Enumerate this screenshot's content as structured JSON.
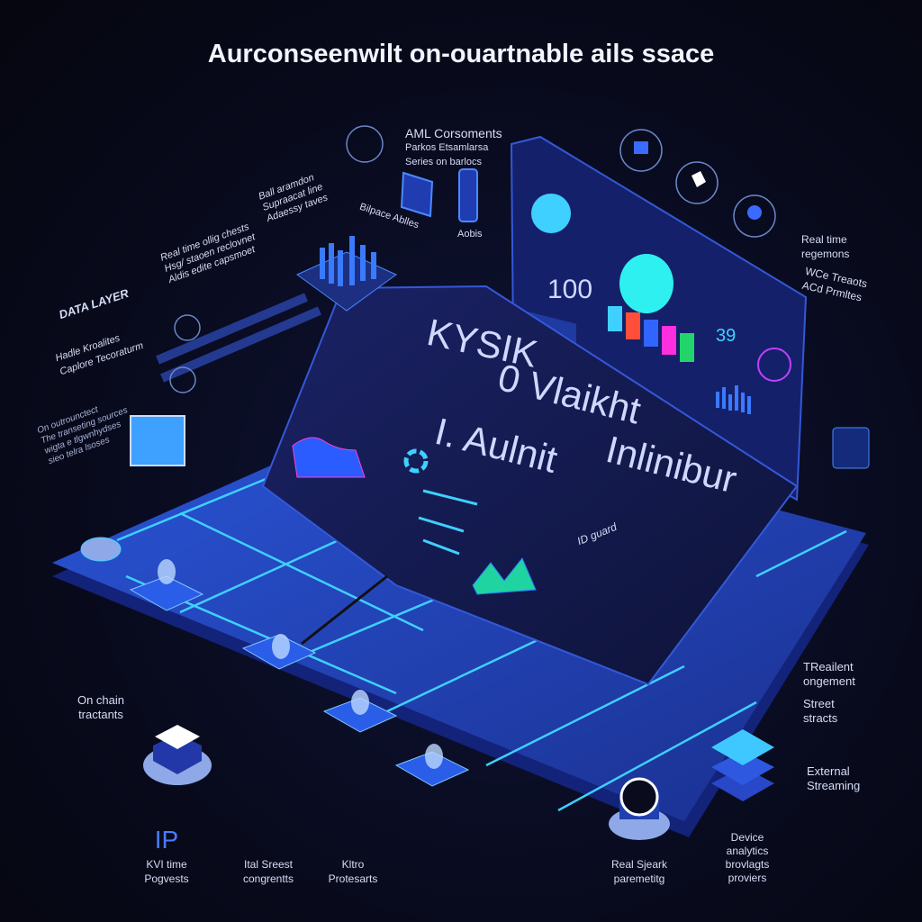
{
  "title": "Aurconseenwilt on-ouartnable ails ssace",
  "colors": {
    "background": "#080a1c",
    "floor": "#1d3fae",
    "accent": "#3fd0ff",
    "panel": "#141a4a"
  },
  "labels": {
    "aml_components": [
      "AML Corsoments",
      "Parkos Etsamlarsa",
      "Series on barlocs"
    ],
    "device_labels": [
      "Bilpace Ablles",
      "Aobis"
    ],
    "data_layer": "DATA LAYER",
    "data_layer_sub": [
      "Hadle Kroalites",
      "Caplore Tecoraturm"
    ],
    "realtime_checks": [
      "Real time ollig chests",
      "Hsg/ staoen reclovnet",
      "Aldis edite capsmoet"
    ],
    "ball_aramion": [
      "Ball aramdon",
      "Supraacat line",
      "Adaessy taves"
    ],
    "on_chain_notes": [
      "On outrounctect",
      "The transeting sources",
      "wigta e tlgwnhydses",
      "sieo telra lsoses"
    ],
    "real_time_right": [
      "Real time",
      "regemons"
    ],
    "wce_threats": [
      "WCe Treaots",
      "ACd Prmltes"
    ],
    "on_chain_tractants": [
      "On chain",
      "tractants"
    ],
    "treailent": [
      "TReailent",
      "ongement"
    ],
    "street_stracts": [
      "Street",
      "stracts"
    ],
    "external_streaming": [
      "External",
      "Streaming"
    ],
    "ip_glyph": "IP",
    "kvi_time": [
      "KVI time",
      "Pogvests"
    ],
    "ital_street": [
      "Ital Sreest",
      "congrentts"
    ],
    "kltro": [
      "Kltro",
      "Protesarts"
    ],
    "real_spark": [
      "Real Sjeark",
      "paremetitg"
    ],
    "device_analytics": [
      "Device",
      "analytics",
      "brovlagts",
      "proviers"
    ]
  },
  "dashboard": {
    "big_text": [
      "KYSIK",
      "0 Vlaikht",
      "I. Aulnit",
      "Inlinibur"
    ],
    "score": "100",
    "metric": "39",
    "chip": "ID guard"
  },
  "icons": [
    "lock-icon",
    "hand-icon",
    "user-icon",
    "document-icon",
    "phone-icon",
    "database-icon",
    "stack-icon",
    "fingerprint-icon"
  ]
}
